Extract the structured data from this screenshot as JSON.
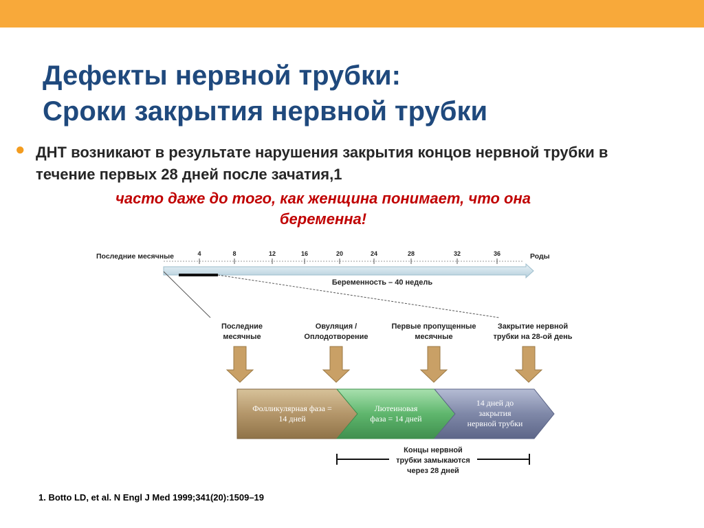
{
  "title": {
    "line1": "Дефекты нервной трубки:",
    "line2": "Сроки закрытия нервной трубки"
  },
  "bullet": {
    "text": "ДНТ возникают в результате нарушения закрытия концов нервной трубки в течение первых 28 дней после зачатия,1"
  },
  "highlight": {
    "line1": "часто даже до того, как женщина понимает, что она",
    "line2": "беременна!"
  },
  "timeline": {
    "start_label": "Последние месячные",
    "end_label": "Роды",
    "ticks": [
      "4",
      "8",
      "12",
      "16",
      "20",
      "24",
      "28",
      "32",
      "36"
    ],
    "caption": "Беременность – 40 недель"
  },
  "events": [
    {
      "line1": "Последние",
      "line2": "месячные"
    },
    {
      "line1": "Овуляция /",
      "line2": "Оплодотворение"
    },
    {
      "line1": "Первые пропущенные",
      "line2": "месячные"
    },
    {
      "line1": "Закрытие нервной",
      "line2": "трубки на 28-ой день"
    }
  ],
  "phases": [
    {
      "line1": "Фолликулярная фаза =",
      "line2": "14 дней",
      "line3": "",
      "color": "#b4966a"
    },
    {
      "line1": "Лютеиновая",
      "line2": "фаза = 14 дней",
      "line3": "",
      "color": "#6cc07a"
    },
    {
      "line1": "14 дней до",
      "line2": "закрытия",
      "line3": "нервной трубки",
      "color": "#7f88a8"
    }
  ],
  "closure_note": {
    "line1": "Концы нервной",
    "line2": "трубки замыкаются",
    "line3": "через 28 дней"
  },
  "footnote": "1. Botto LD, et al. N Engl J Med 1999;341(20):1509–19",
  "colors": {
    "topbar": "#f8a93a",
    "title": "#1f497d",
    "highlight": "#c00000",
    "bullet": "#f39c1f",
    "arrow_down": "#c9a066"
  }
}
